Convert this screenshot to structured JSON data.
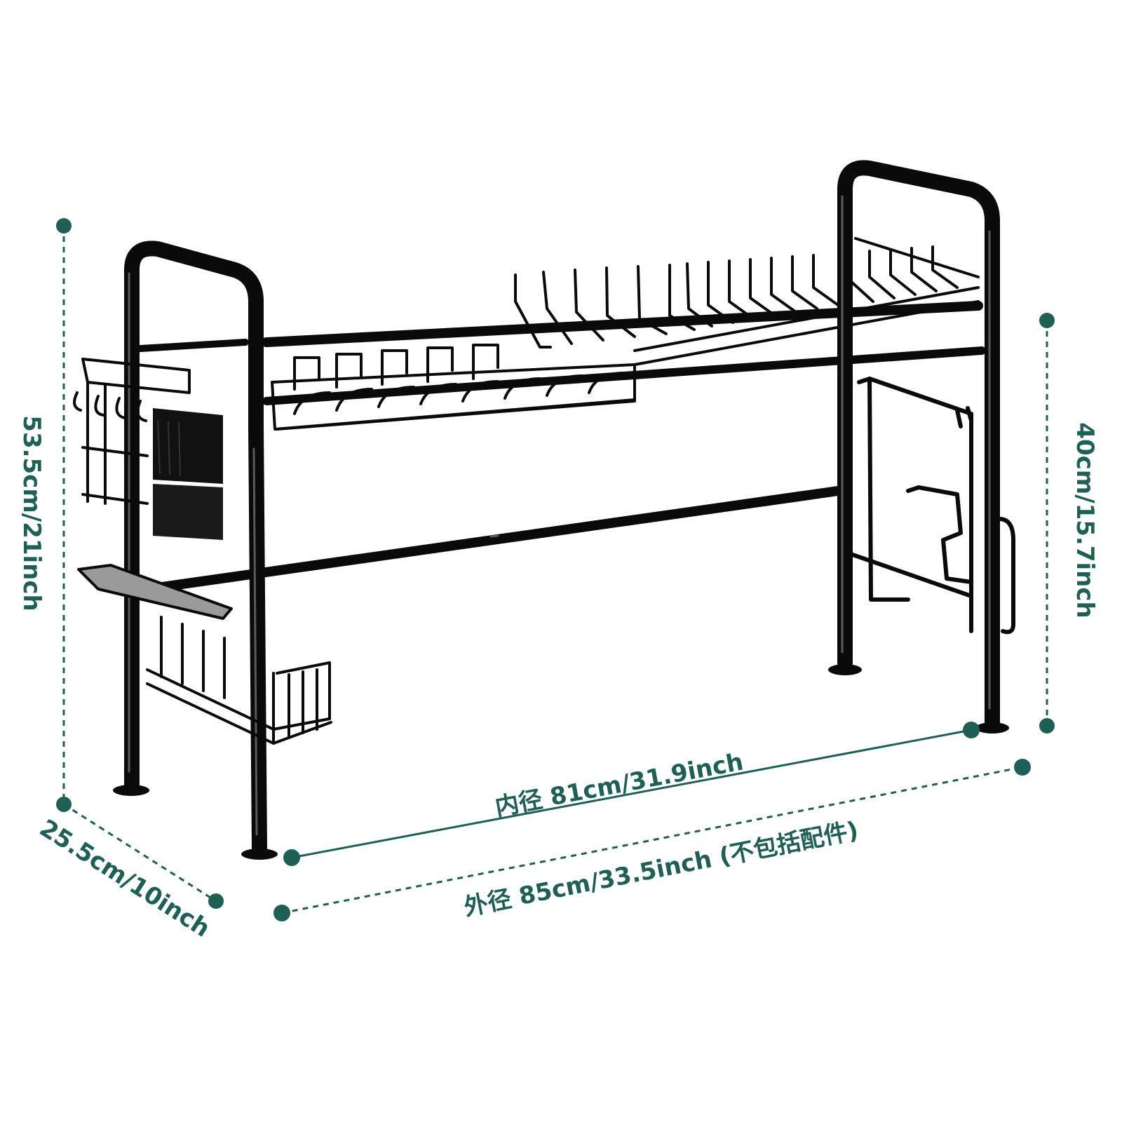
{
  "colors": {
    "accent": "#1e5f56",
    "product": "#0a0a0a",
    "product_highlight": "#5a5a5a",
    "tray": "#9a9a9a",
    "background": "#ffffff"
  },
  "dimensions": {
    "height": "53.5cm/21inch",
    "depth": "25.5cm/10inch",
    "inner_height": "40cm/15.7inch",
    "inner_width": "内径 81cm/31.9inch",
    "outer_width": "外径 85cm/33.5inch (不包括配件)"
  }
}
